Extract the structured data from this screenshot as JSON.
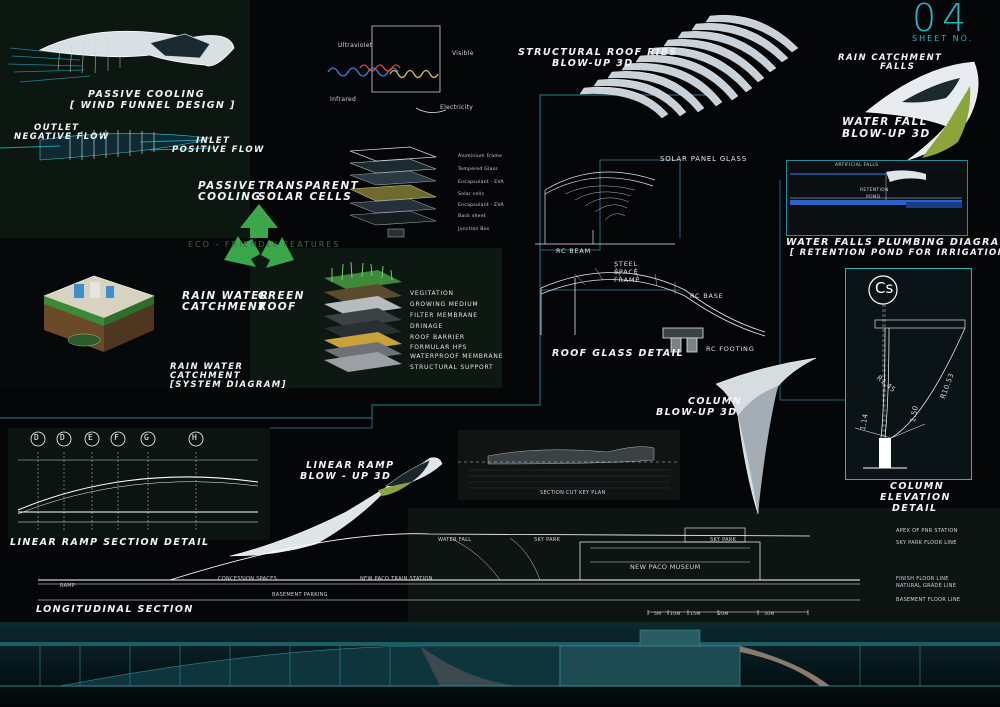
{
  "sheet": {
    "number": "04",
    "number_label": "SHEET NO."
  },
  "eco": {
    "passive_cooling_title": "PASSIVE COOLING",
    "passive_cooling_sub": "[ WIND FUNNEL DESIGN ]",
    "outlet_1": "OUTLET",
    "outlet_2": "NEGATIVE FLOW",
    "inlet_1": "INLET",
    "inlet_2": "POSITIVE FLOW",
    "cycle_passive_1": "PASSIVE",
    "cycle_passive_2": "COOLING",
    "cycle_solar_1": "TRANSPARENT",
    "cycle_solar_2": "SOLAR CELLS",
    "cycle_rain_1": "RAIN WATER",
    "cycle_rain_2": "CATCHMENT",
    "cycle_green_1": "GREEN",
    "cycle_green_2": "ROOF",
    "eco_features": "ECO - FRIENDLY FEATURES",
    "rain_system_1": "RAIN WATER",
    "rain_system_2": "CATCHMENT",
    "rain_system_3": "[SYSTEM DIAGRAM]"
  },
  "spectrum": {
    "ultraviolet": "Ultraviolet",
    "visible": "Visible",
    "infrared": "Infrared",
    "electricity": "Electricity"
  },
  "solar_layers": [
    "Aluminium Frame",
    "Tempered Glass",
    "Encapsulant - EVA",
    "Solar cells",
    "Encapsulant - EVA",
    "Back sheet",
    "Junction Box"
  ],
  "green_roof_layers": [
    "VEGITATION",
    "GROWING MEDIUM",
    "FILTER MEMBRANE",
    "DRINAGE",
    "ROOF BARRIER",
    "FORMULAR HPS",
    "WATERPROOF MEMBRANE",
    "STRUCTURAL SUPPORT"
  ],
  "roof": {
    "ribs_1": "STRUCTURAL ROOF RIBS",
    "ribs_2": "BLOW-UP 3D",
    "solar_glass": "SOLAR PANEL GLASS",
    "rc_beam": "RC BEAM",
    "steel_1": "STEEL",
    "steel_2": "SPACE",
    "steel_3": "FRAME",
    "rc_base": "RC BASE",
    "rc_footing": "RC FOOTING",
    "glass_detail": "ROOF GLASS DETAIL"
  },
  "waterfall": {
    "rain_catch_1": "RAIN CATCHMENT",
    "rain_catch_2": "FALLS",
    "title_1": "WATER FALL",
    "title_2": "BLOW-UP 3D",
    "artificial": "ARTIFICIAL FALLS",
    "retention_1": "RETENTION",
    "retention_2": "POND",
    "plumbing_1": "WATER FALLS PLUMBING DIAGRAM",
    "plumbing_2": "[ RETENTION POND FOR IRRIGATION ]"
  },
  "column": {
    "cs": "Cs",
    "blowup_1": "COLUMN",
    "blowup_2": "BLOW-UP 3D",
    "elev_1": "COLUMN",
    "elev_2": "ELEVATION",
    "elev_3": "DETAIL",
    "dim_a": "R1.45",
    "dim_b": "R10.53",
    "dim_c": "1.50",
    "dim_d": "1.14"
  },
  "ramp": {
    "grid": [
      "D",
      "D",
      "E",
      "F",
      "G",
      "H"
    ],
    "section_title": "LINEAR RAMP SECTION DETAIL",
    "blowup_1": "LINEAR RAMP",
    "blowup_2": "BLOW - UP 3D"
  },
  "section": {
    "key_plan": "SECTION CUT KEY PLAN",
    "water_fall": "WATER FALL",
    "sky_park_1": "SKY PARK",
    "sky_park_2": "SKY PARK",
    "museum": "NEW PACO MUSEUM",
    "concession": "CONCESSION SPACES",
    "train": "NEW PACO TRAIN STATION",
    "ramp": "RAMP",
    "basement": "BASEMENT PARKING",
    "title": "LONGITUDINAL SECTION",
    "level_1": "APEX OF PNR STATION",
    "level_2": "SKY PARK FLOOR LINE",
    "level_3": "FINISH FLOOR LINE",
    "level_4": "NATURAL GRADE LINE",
    "level_5": "BASEMENT FLOOR LINE",
    "scale": [
      "5M",
      "10M",
      "15M",
      "20M",
      "30M"
    ]
  },
  "colors": {
    "background": "#050608",
    "panel_green": "#0e1a14",
    "accent_teal": "#1fb6c8",
    "cycle_green": "#3aa84a",
    "structure_white": "#dfe6ea",
    "ramp_green": "#8aa63a"
  }
}
